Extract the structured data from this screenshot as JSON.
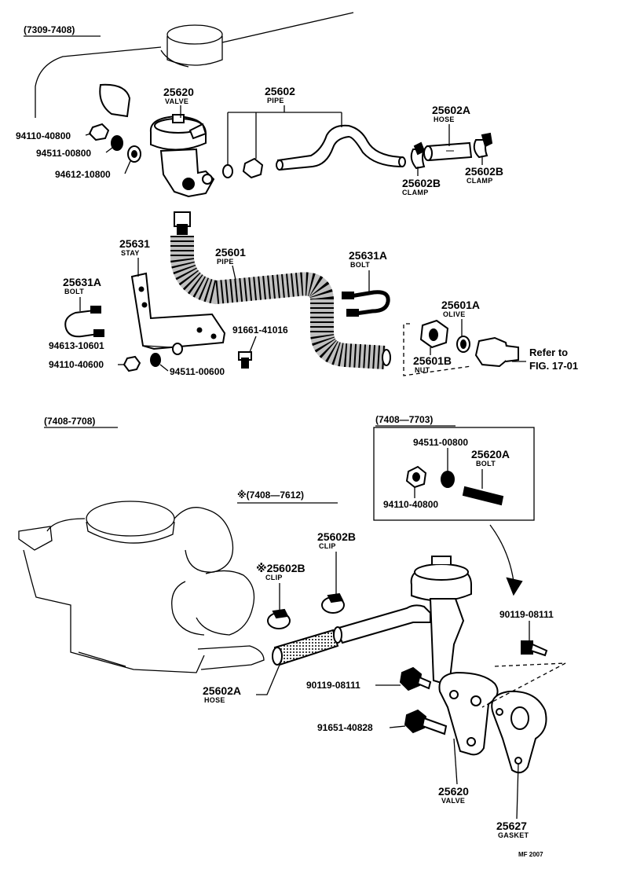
{
  "sections": {
    "top": "(7309-7408)",
    "bottom": "(7408-7708)",
    "inset": "(7408—7703)",
    "note": "※(7408—7612)"
  },
  "parts": {
    "p25620_top": {
      "no": "25620",
      "name": "VALVE"
    },
    "p25602": {
      "no": "25602",
      "name": "PIPE"
    },
    "p25602A_top": {
      "no": "25602A",
      "name": "HOSE"
    },
    "p25602B_top1": {
      "no": "25602B",
      "name": "CLAMP"
    },
    "p25602B_top2": {
      "no": "25602B",
      "name": "CLAMP"
    },
    "p94110_40800_top": {
      "no": "94110-40800"
    },
    "p94511_00800_top": {
      "no": "94511-00800"
    },
    "p94612_10800": {
      "no": "94612-10800"
    },
    "p25631": {
      "no": "25631",
      "name": "STAY"
    },
    "p25601": {
      "no": "25601",
      "name": "PIPE"
    },
    "p25631A_left": {
      "no": "25631A",
      "name": "BOLT"
    },
    "p25631A_right": {
      "no": "25631A",
      "name": "BOLT"
    },
    "p25601A": {
      "no": "25601A",
      "name": "OLIVE"
    },
    "p25601B": {
      "no": "25601B",
      "name": "NUT"
    },
    "p91661_41016": {
      "no": "91661-41016"
    },
    "p94613_10601": {
      "no": "94613-10601"
    },
    "p94110_40600": {
      "no": "94110-40600"
    },
    "p94511_00600": {
      "no": "94511-00600"
    },
    "p94511_00800_inset": {
      "no": "94511-00800"
    },
    "p25620A": {
      "no": "25620A",
      "name": "BOLT"
    },
    "p94110_40800_inset": {
      "no": "94110-40800"
    },
    "p25602B_bot1": {
      "no": "※25602B",
      "name": "CLIP"
    },
    "p25602B_bot2": {
      "no": "25602B",
      "name": "CLIP"
    },
    "p90119_08111_right": {
      "no": "90119-08111"
    },
    "p90119_08111_mid": {
      "no": "90119-08111"
    },
    "p91651_40828": {
      "no": "91651-40828"
    },
    "p25602A_bot": {
      "no": "25602A",
      "name": "HOSE"
    },
    "p25620_bot": {
      "no": "25620",
      "name": "VALVE"
    },
    "p25627": {
      "no": "25627",
      "name": "GASKET"
    }
  },
  "refer": {
    "line1": "Refer to",
    "line2": "FIG. 17-01"
  },
  "footer": "MF 2007"
}
